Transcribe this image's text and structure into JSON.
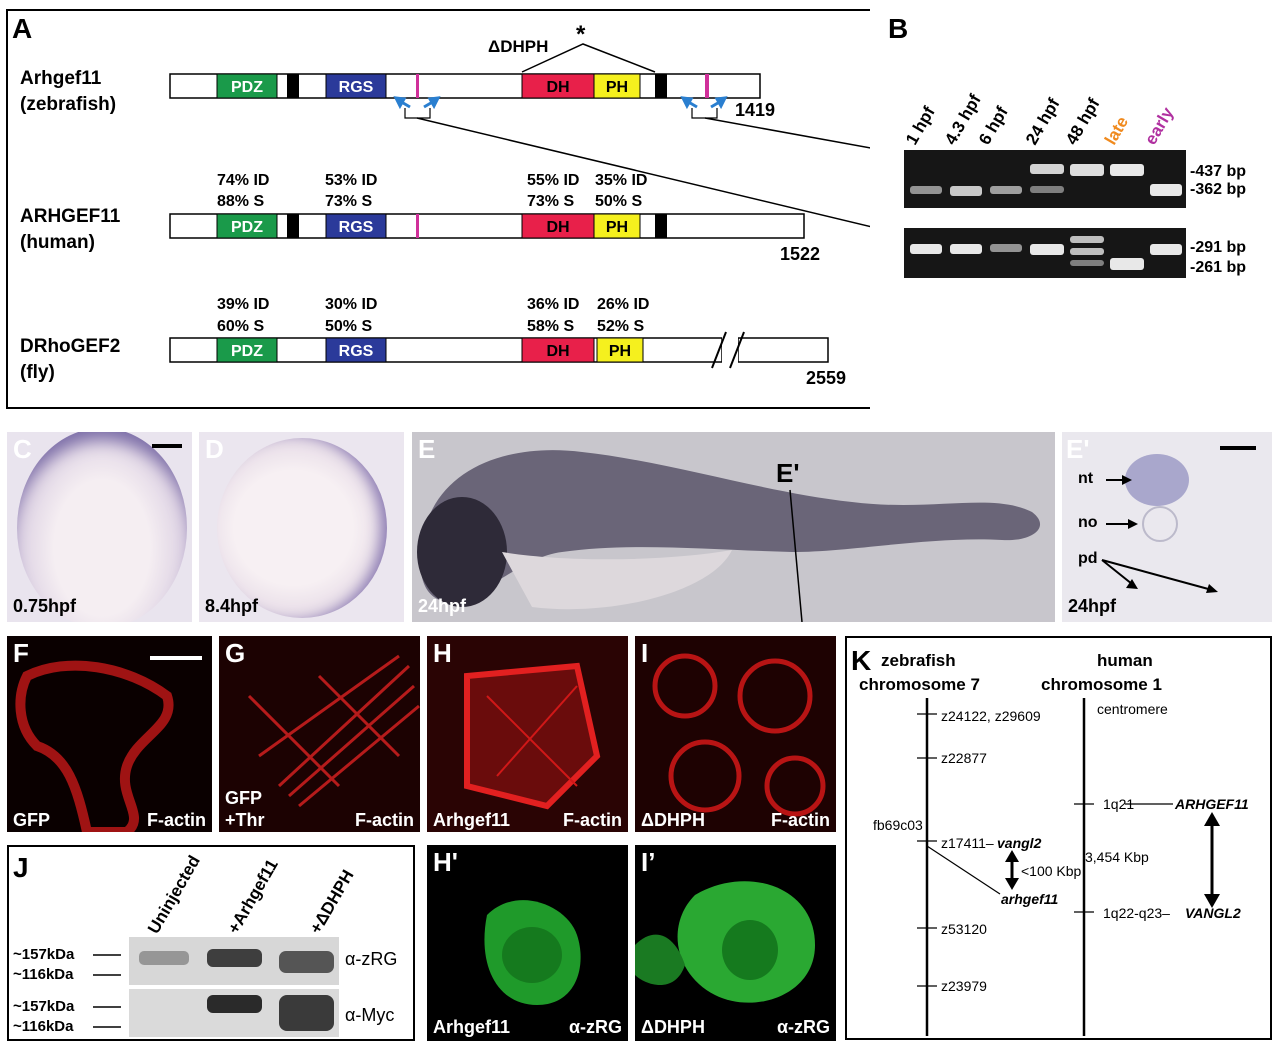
{
  "panelA": {
    "label": "A",
    "zebrafish_name": [
      "Arhgef11",
      "(zebrafish)"
    ],
    "zebrafish_length": "1419",
    "deletion_label": "ΔDHPH",
    "asterisk": "*",
    "human_name": [
      "ARHGEF11",
      "(human)"
    ],
    "human_length": "1522",
    "human_stats": [
      {
        "domain": "PDZ",
        "id": "74% ID",
        "s": "88% S"
      },
      {
        "domain": "RGS",
        "id": "53% ID",
        "s": "73% S"
      },
      {
        "domain": "DH",
        "id": "55% ID",
        "s": "73% S"
      },
      {
        "domain": "PH",
        "id": "35% ID",
        "s": "50% S"
      }
    ],
    "fly_name": [
      "DRhoGEF2",
      "(fly)"
    ],
    "fly_length": "2559",
    "fly_stats": [
      {
        "domain": "PDZ",
        "id": "39% ID",
        "s": "60% S"
      },
      {
        "domain": "RGS",
        "id": "30% ID",
        "s": "50% S"
      },
      {
        "domain": "DH",
        "id": "36% ID",
        "s": "58% S"
      },
      {
        "domain": "PH",
        "id": "26% ID",
        "s": "52% S"
      }
    ],
    "domains": {
      "pdz": "PDZ",
      "rgs": "RGS",
      "dh": "DH",
      "ph": "PH"
    },
    "colors": {
      "pdz": "#1a9a4a",
      "rgs": "#2b3a9a",
      "dh": "#e8204a",
      "ph": "#f5f01e",
      "motif": "#d0309a",
      "primer": "#2a7fd0"
    }
  },
  "panelB": {
    "label": "B",
    "lanes": [
      "1 hpf",
      "4.3 hpf",
      "6 hpf",
      "24 hpf",
      "48 hpf",
      "late",
      "early"
    ],
    "lane_colors": [
      "#000000",
      "#000000",
      "#000000",
      "#000000",
      "#000000",
      "#f08a1e",
      "#b030a0"
    ],
    "sizes_top": [
      "-437 bp",
      "-362 bp"
    ],
    "sizes_bottom": [
      "-291 bp",
      "-261 bp"
    ]
  },
  "panelC": {
    "label": "C",
    "stage": "0.75hpf"
  },
  "panelD": {
    "label": "D",
    "stage": "8.4hpf"
  },
  "panelE": {
    "label": "E",
    "stage": "24hpf",
    "section": "E'"
  },
  "panelE2": {
    "label": "E'",
    "stage": "24hpf",
    "annotations": [
      "nt",
      "no",
      "pd"
    ]
  },
  "panelF": {
    "label": "F",
    "left": "GFP",
    "right": "F-actin"
  },
  "panelG": {
    "label": "G",
    "left": [
      "GFP",
      "+Thr"
    ],
    "right": "F-actin"
  },
  "panelH": {
    "label": "H",
    "left": "Arhgef11",
    "right": "F-actin"
  },
  "panelI": {
    "label": "I",
    "left": "ΔDHPH",
    "right": "F-actin"
  },
  "panelH2": {
    "label": "H'",
    "left": "Arhgef11",
    "right": "α-zRG"
  },
  "panelI2": {
    "label": "I’",
    "left": "ΔDHPH",
    "right": "α-zRG"
  },
  "panelJ": {
    "label": "J",
    "lanes": [
      "Uninjected",
      "+Arhgef11",
      "+ΔDHPH"
    ],
    "markers_top": [
      "~157kDa",
      "~116kDa"
    ],
    "markers_bottom": [
      "~157kDa",
      "~116kDa"
    ],
    "antibodies": [
      "α-zRG",
      "α-Myc"
    ]
  },
  "panelK": {
    "label": "K",
    "zebrafish_title": [
      "zebrafish",
      "chromosome 7"
    ],
    "human_title": [
      "human",
      "chromosome 1"
    ],
    "zebrafish_markers": [
      "z24122, z29609",
      "z22877",
      "z17411–",
      "z53120",
      "z23979"
    ],
    "vangl2": "vangl2",
    "arhgef11": "arhgef11",
    "fb_label": "fb69c03",
    "distance_zf": "<100 Kbp",
    "human_markers": [
      "centromere",
      "1q21",
      "1q22-q23–"
    ],
    "ARHGEF11": "ARHGEF11",
    "VANGL2": "VANGL2",
    "distance_hu": "3,454 Kbp"
  }
}
